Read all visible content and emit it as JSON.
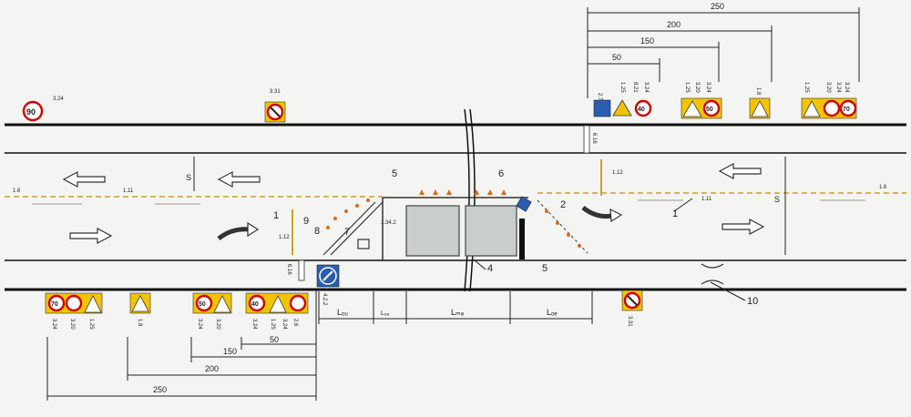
{
  "labels": {
    "callout_1_left": "1",
    "callout_1_right": "1",
    "callout_2": "2",
    "callout_4": "4",
    "callout_5_top": "5",
    "callout_5_bottom": "5",
    "callout_6": "6",
    "callout_7": "7",
    "callout_8": "8",
    "callout_9": "9",
    "callout_10": "10",
    "dim_S_left": "S",
    "dim_S_right": "S",
    "mark_1_6_left": "1.6",
    "mark_1_6_right": "1.6",
    "mark_1_11_left": "1.11",
    "mark_1_11_right": "1.11",
    "mark_1_12_left": "1.12",
    "mark_1_12_right": "1.12",
    "mark_1_34_2": "1.34.2",
    "sign_3_24_topleft": "3.24",
    "sign_3_31_top": "3.31",
    "sign_3_31_bottom": "3.31",
    "sign_6_16_top": "6.16",
    "sign_6_16_bottom": "6.16",
    "sign_4_2_2": "4.2.2"
  },
  "dimensions_top": [
    "250",
    "200",
    "150",
    "50"
  ],
  "dimensions_bottom": [
    "250",
    "200",
    "150",
    "50"
  ],
  "length_labels": [
    "Lₒᵤ",
    "Lₒₐ",
    "Lₘₐ",
    "Lₒₑ"
  ],
  "speed_signs": {
    "top_left": "90",
    "top_a": "40",
    "top_b": "50",
    "top_c": "70",
    "bottom_a": "70",
    "bottom_b": "50",
    "bottom_c": "40"
  },
  "sign_codes_top": [
    "2.7",
    "1.25",
    "8.21",
    "3.24",
    "3.24",
    "1.25",
    "3.20",
    "3.24",
    "1.8",
    "1.25",
    "3.20",
    "3.24"
  ],
  "sign_codes_bottom": [
    "3.24",
    "3.20",
    "1.25",
    "1.8",
    "3.24",
    "3.20",
    "3.24",
    "1.25",
    "2.6",
    "3.24"
  ]
}
